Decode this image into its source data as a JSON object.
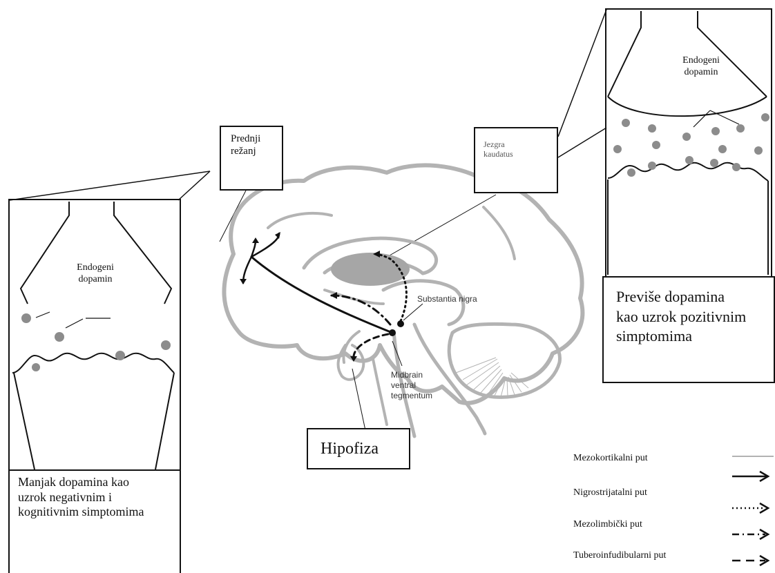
{
  "labels": {
    "prednji_rezanj": "Prednji režanj",
    "jezgra_kaudatus": "Jezgra kaudatus",
    "substantia_nigra": "Substantia nigra",
    "midbrain": "Midbrain ventral tegmentum",
    "hipofiza": "Hipofiza",
    "endogeni_left": "Endogeni dopamin",
    "endogeni_right": "Endogeni dopamin"
  },
  "captions": {
    "left": "Manjak dopamina kao uzrok negativnim i kognitivnim simptomima",
    "right": "Previše dopamina kao uzrok pozitivnim simptomima"
  },
  "legend": [
    {
      "label": "Mezokortikalni put",
      "line": "solid"
    },
    {
      "label": "Nigrostrijatalni put",
      "line": "dotted"
    },
    {
      "label": "Mezolimbički put",
      "line": "dashdot"
    },
    {
      "label": "Tuberoinfudibularni put",
      "line": "dashed"
    }
  ],
  "colors": {
    "brain_outline": "#b3b3b3",
    "caudate": "#a6a6a6",
    "dot": "#8c8c8c",
    "ink": "#111111"
  }
}
